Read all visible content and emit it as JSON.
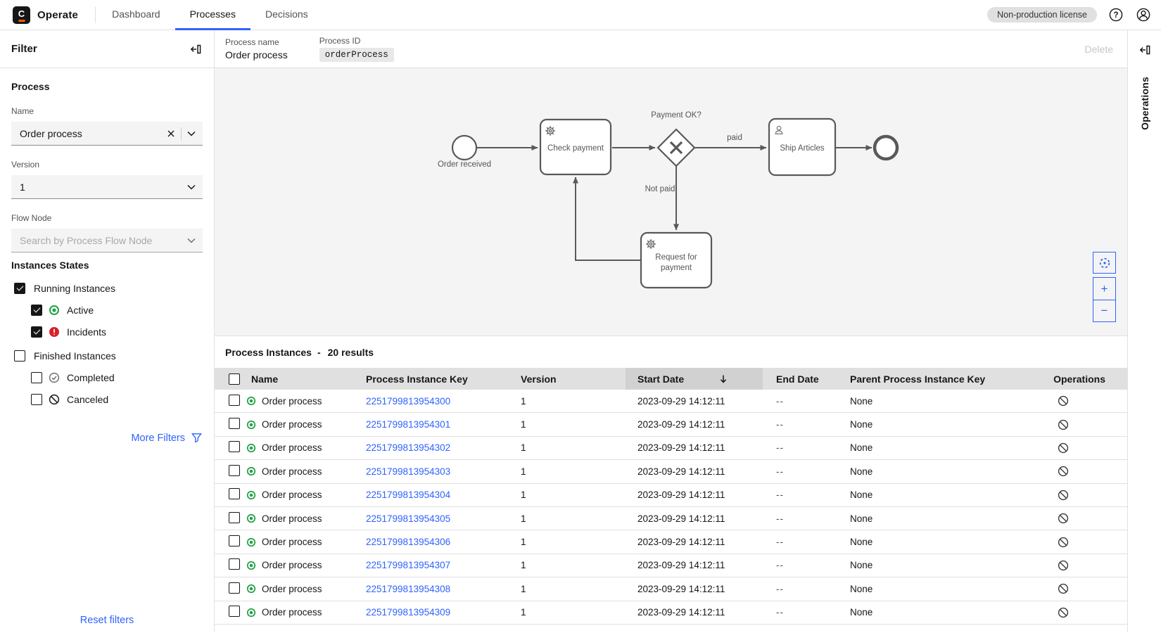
{
  "app": {
    "name": "Operate",
    "logo_letter": "C"
  },
  "nav": {
    "tabs": [
      {
        "label": "Dashboard",
        "active": false
      },
      {
        "label": "Processes",
        "active": true
      },
      {
        "label": "Decisions",
        "active": false
      }
    ],
    "license_badge": "Non-production license"
  },
  "filter_panel": {
    "title": "Filter",
    "section_process": "Process",
    "name_label": "Name",
    "name_value": "Order process",
    "version_label": "Version",
    "version_value": "1",
    "flow_node_label": "Flow Node",
    "flow_node_placeholder": "Search by Process Flow Node",
    "states_title": "Instances States",
    "states": [
      {
        "label": "Running Instances",
        "checked": true,
        "indent": 0,
        "icon": ""
      },
      {
        "label": "Active",
        "checked": true,
        "indent": 1,
        "icon": "active"
      },
      {
        "label": "Incidents",
        "checked": true,
        "indent": 1,
        "icon": "incident"
      },
      {
        "label": "Finished Instances",
        "checked": false,
        "indent": 0,
        "icon": ""
      },
      {
        "label": "Completed",
        "checked": false,
        "indent": 1,
        "icon": "completed"
      },
      {
        "label": "Canceled",
        "checked": false,
        "indent": 1,
        "icon": "canceled"
      }
    ],
    "more_filters_label": "More Filters",
    "reset_filters_label": "Reset filters"
  },
  "process_panel": {
    "name_label": "Process name",
    "name_value": "Order process",
    "id_label": "Process ID",
    "id_value": "orderProcess",
    "delete_label": "Delete"
  },
  "diagram": {
    "start_event_label": "Order received",
    "task_check_payment": "Check payment",
    "gateway_label": "Payment OK?",
    "edge_paid_label": "paid",
    "edge_not_paid_label": "Not paid",
    "task_ship_articles": "Ship Articles",
    "task_request_line1": "Request for",
    "task_request_line2": "payment",
    "zoom_in_label": "+",
    "zoom_out_label": "−"
  },
  "operations_panel": {
    "title": "Operations"
  },
  "instances": {
    "title": "Process Instances",
    "separator": "-",
    "results_label": "20 results",
    "columns": {
      "name": "Name",
      "key": "Process Instance Key",
      "version": "Version",
      "start": "Start Date",
      "end": "End Date",
      "parent": "Parent Process Instance Key",
      "operations": "Operations"
    },
    "rows": [
      {
        "name": "Order process",
        "key": "2251799813954300",
        "version": "1",
        "start": "2023-09-29 14:12:11",
        "end": "--",
        "parent": "None"
      },
      {
        "name": "Order process",
        "key": "2251799813954301",
        "version": "1",
        "start": "2023-09-29 14:12:11",
        "end": "--",
        "parent": "None"
      },
      {
        "name": "Order process",
        "key": "2251799813954302",
        "version": "1",
        "start": "2023-09-29 14:12:11",
        "end": "--",
        "parent": "None"
      },
      {
        "name": "Order process",
        "key": "2251799813954303",
        "version": "1",
        "start": "2023-09-29 14:12:11",
        "end": "--",
        "parent": "None"
      },
      {
        "name": "Order process",
        "key": "2251799813954304",
        "version": "1",
        "start": "2023-09-29 14:12:11",
        "end": "--",
        "parent": "None"
      },
      {
        "name": "Order process",
        "key": "2251799813954305",
        "version": "1",
        "start": "2023-09-29 14:12:11",
        "end": "--",
        "parent": "None"
      },
      {
        "name": "Order process",
        "key": "2251799813954306",
        "version": "1",
        "start": "2023-09-29 14:12:11",
        "end": "--",
        "parent": "None"
      },
      {
        "name": "Order process",
        "key": "2251799813954307",
        "version": "1",
        "start": "2023-09-29 14:12:11",
        "end": "--",
        "parent": "None"
      },
      {
        "name": "Order process",
        "key": "2251799813954308",
        "version": "1",
        "start": "2023-09-29 14:12:11",
        "end": "--",
        "parent": "None"
      },
      {
        "name": "Order process",
        "key": "2251799813954309",
        "version": "1",
        "start": "2023-09-29 14:12:11",
        "end": "--",
        "parent": "None"
      }
    ]
  },
  "colors": {
    "accent_blue": "#2f62fe",
    "active_green": "#24a148",
    "incident_red": "#da1e28",
    "header_gray": "#e0e0e0",
    "sorted_col_gray": "#d1d1d1",
    "brand_orange": "#f75c02"
  }
}
